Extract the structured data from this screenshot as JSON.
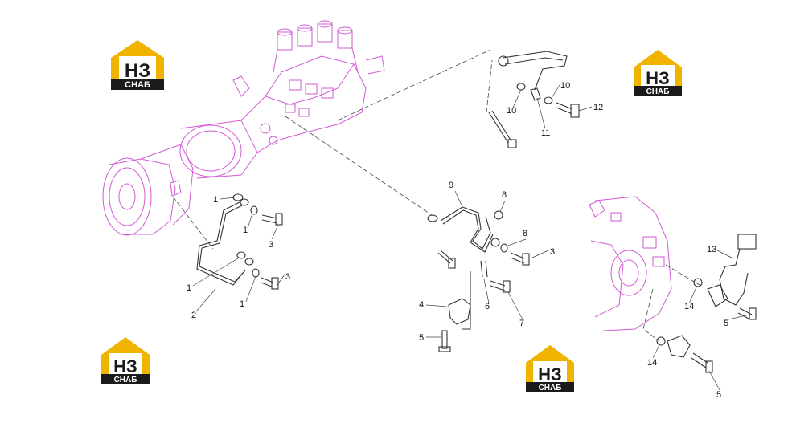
{
  "diagram": {
    "colors": {
      "engine_outline": "#d25ad6",
      "parts": "#333333",
      "leader": "#444444",
      "logo_yellow": "#f0b400",
      "logo_dark": "#1a1a1a",
      "logo_white": "#ffffff"
    },
    "watermark": {
      "letters": "НЗ",
      "caption": "СНАБ"
    },
    "callouts": [
      "1",
      "1",
      "1",
      "1",
      "2",
      "3",
      "3",
      "9",
      "8",
      "8",
      "3",
      "4",
      "5",
      "6",
      "7",
      "10",
      "10",
      "11",
      "12",
      "13",
      "14",
      "14",
      "5",
      "5"
    ]
  }
}
